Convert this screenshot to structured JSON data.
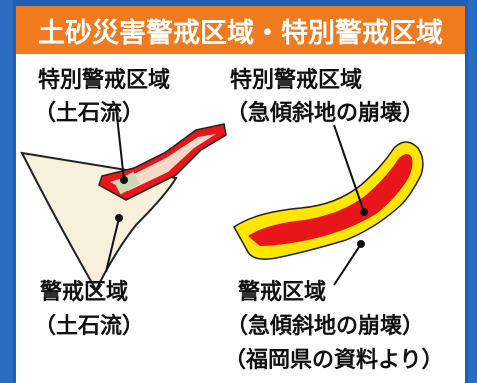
{
  "title": "土砂災害警戒区域・特別警戒区域",
  "labels": {
    "debris_special_zone": "特別警戒区域",
    "debris_special_type": "（土石流）",
    "slope_special_zone": "特別警戒区域",
    "slope_special_type": "（急傾斜地の崩壊）",
    "debris_warning_zone": "警戒区域",
    "debris_warning_type": "（土石流）",
    "slope_warning_zone": "警戒区域",
    "slope_warning_type": "（急傾斜地の崩壊）",
    "source": "（福岡県の資料より）"
  },
  "colors": {
    "frame_blue": "#2a6cc4",
    "title_orange": "#f07a1e",
    "warning_yellow": "#ffe600",
    "special_red": "#e8161b",
    "fan_fill": "#f6f0dc",
    "outline": "#222222"
  }
}
